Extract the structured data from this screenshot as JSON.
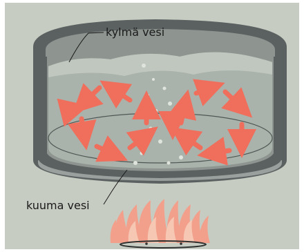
{
  "labels": {
    "cold_water": "kylmä vesi",
    "hot_water": "kuuma vesi"
  },
  "colors": {
    "background": "#c7ccc2",
    "pot_wall": "#5a6160",
    "pot_inner_wall": "#9aa09e",
    "water": "#a9b3ab",
    "water_surface": "#c0c7bf",
    "arrow": "#f06e5c",
    "flame_outer": "#f2a08c",
    "flame_inner": "#f6c8b4",
    "bubble": "#dfe4dd",
    "burner": "#2f3131"
  },
  "arrow_count": 14,
  "flame_count": 9
}
